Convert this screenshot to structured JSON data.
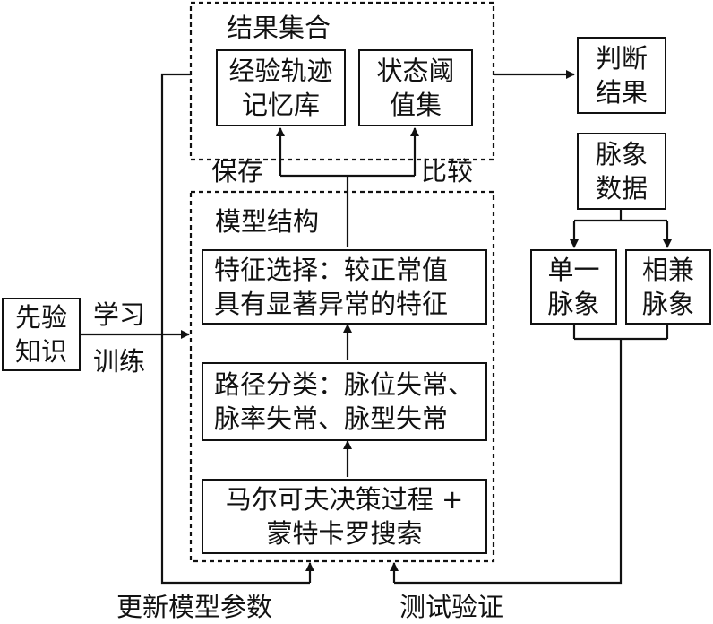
{
  "result_set": {
    "title": "结果集合",
    "memory_box": [
      "经验轨迹",
      "记忆库"
    ],
    "threshold_box": [
      "状态阈",
      "值集"
    ]
  },
  "judgement_box": [
    "判断",
    "结果"
  ],
  "pulse_data_box": [
    "脉象",
    "数据"
  ],
  "single_pulse_box": [
    "单一",
    "脉象"
  ],
  "combined_pulse_box": [
    "相兼",
    "脉象"
  ],
  "labels": {
    "save": "保存",
    "compare": "比较",
    "learn": "学习",
    "train": "训练",
    "update": "更新模型参数",
    "test": "测试验证"
  },
  "prior_box": [
    "先验",
    "知识"
  ],
  "model_structure": {
    "title": "模型结构",
    "feature_box": [
      "特征选择：较正常值",
      "具有显著异常的特征"
    ],
    "path_box": [
      "路径分类：脉位失常、",
      "脉率失常、脉型失常"
    ],
    "mdp_box": [
      "马尔可夫决策过程 +",
      "蒙特卡罗搜索"
    ]
  },
  "colors": {
    "stroke": "#111111",
    "background": "#ffffff"
  }
}
